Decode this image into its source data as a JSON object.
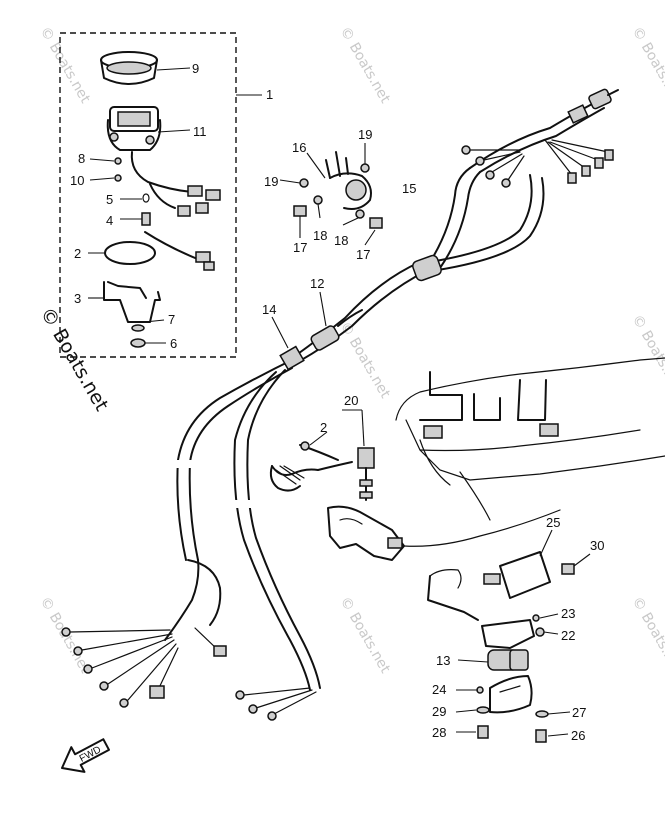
{
  "watermarks": {
    "brand": "© Boats.net"
  },
  "callouts": [
    {
      "id": "c1",
      "text": "1"
    },
    {
      "id": "c2a",
      "text": "2"
    },
    {
      "id": "c2b",
      "text": "2"
    },
    {
      "id": "c3",
      "text": "3"
    },
    {
      "id": "c4",
      "text": "4"
    },
    {
      "id": "c5",
      "text": "5"
    },
    {
      "id": "c6",
      "text": "6"
    },
    {
      "id": "c7",
      "text": "7"
    },
    {
      "id": "c8",
      "text": "8"
    },
    {
      "id": "c9",
      "text": "9"
    },
    {
      "id": "c10",
      "text": "10"
    },
    {
      "id": "c11",
      "text": "11"
    },
    {
      "id": "c12",
      "text": "12"
    },
    {
      "id": "c13",
      "text": "13"
    },
    {
      "id": "c14",
      "text": "14"
    },
    {
      "id": "c15",
      "text": "15"
    },
    {
      "id": "c16",
      "text": "16"
    },
    {
      "id": "c17a",
      "text": "17"
    },
    {
      "id": "c17b",
      "text": "17"
    },
    {
      "id": "c18a",
      "text": "18"
    },
    {
      "id": "c18b",
      "text": "18"
    },
    {
      "id": "c19a",
      "text": "19"
    },
    {
      "id": "c19b",
      "text": "19"
    },
    {
      "id": "c20",
      "text": "20"
    },
    {
      "id": "c22",
      "text": "22"
    },
    {
      "id": "c23",
      "text": "23"
    },
    {
      "id": "c24",
      "text": "24"
    },
    {
      "id": "c25",
      "text": "25"
    },
    {
      "id": "c26",
      "text": "26"
    },
    {
      "id": "c27",
      "text": "27"
    },
    {
      "id": "c28",
      "text": "28"
    },
    {
      "id": "c29",
      "text": "29"
    },
    {
      "id": "c30",
      "text": "30"
    }
  ],
  "fwd_arrow": {
    "label": "FWD"
  }
}
